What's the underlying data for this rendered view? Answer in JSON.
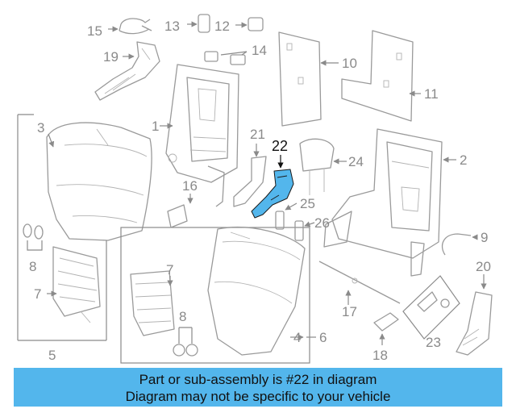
{
  "highlight_color": "#53b6ec",
  "labels": {
    "p1": "1",
    "p2": "2",
    "p3": "3",
    "p4": "4",
    "p5": "5",
    "p6": "6",
    "p7a": "7",
    "p7b": "7",
    "p8a": "8",
    "p8b": "8",
    "p9": "9",
    "p10": "10",
    "p11": "11",
    "p12": "12",
    "p13": "13",
    "p14": "14",
    "p15": "15",
    "p16": "16",
    "p17": "17",
    "p18": "18",
    "p19": "19",
    "p20": "20",
    "p21": "21",
    "p22": "22",
    "p23": "23",
    "p24": "24",
    "p25": "25",
    "p26": "26"
  },
  "banner": {
    "line1": "Part or sub-assembly is #22 in diagram",
    "line2": "Diagram may not be specific to your vehicle"
  }
}
